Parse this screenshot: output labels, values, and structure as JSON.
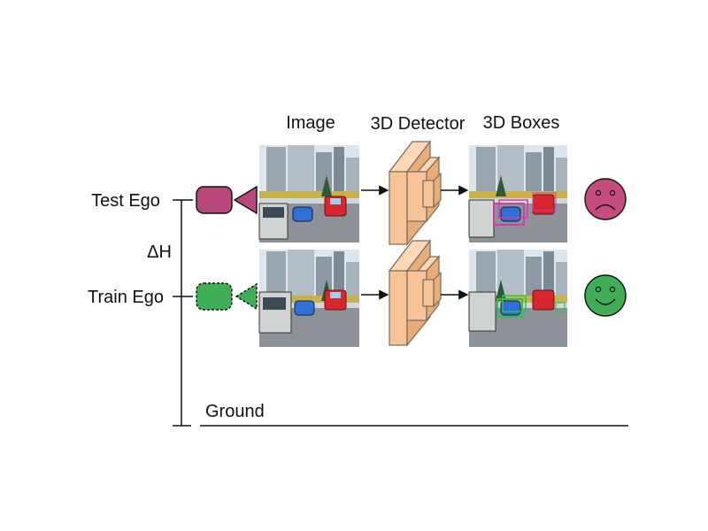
{
  "headers": {
    "image": "Image",
    "detector": "3D Detector",
    "boxes": "3D Boxes"
  },
  "labels": {
    "test_ego": "Test Ego",
    "train_ego": "Train Ego",
    "delta_h": "ΔH",
    "ground": "Ground"
  },
  "colors": {
    "test_camera": "#b8477b",
    "train_camera": "#3fae57",
    "detector_fill": "#f7c49a",
    "detector_stroke": "#7a6a5a",
    "sad_face": "#c44d7e",
    "happy_face": "#3fae57",
    "test_box": "#d63aa8",
    "train_box": "#2fbf4f"
  },
  "icons": {
    "test_camera": "camera-icon",
    "train_camera": "camera-dashed-icon",
    "test_outcome": "sad-face-icon",
    "train_outcome": "happy-face-icon"
  }
}
